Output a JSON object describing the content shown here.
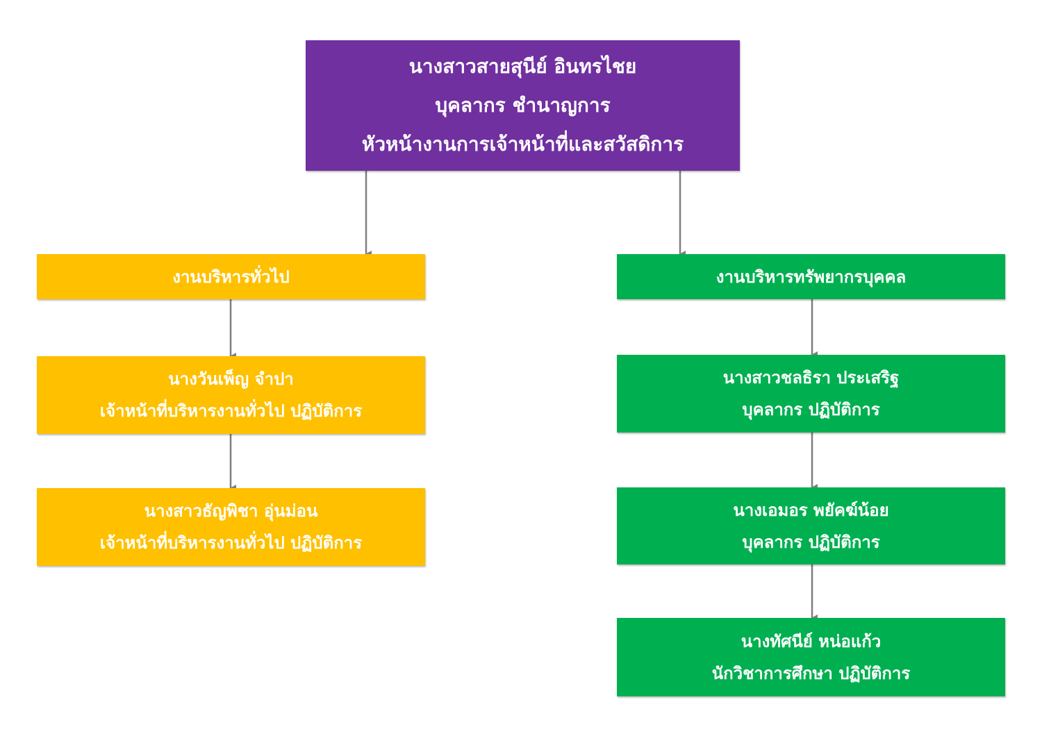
{
  "colors": {
    "head": "#7030A0",
    "general": "#FFC000",
    "hr": "#00B050",
    "connector": "#7F7F7F"
  },
  "head": {
    "name": "นางสาวสายสุนีย์  อินทรไชย",
    "position": "บุคลากร ชำนาญการ",
    "role": "หัวหน้างานการเจ้าหน้าที่และสวัสดิการ"
  },
  "left": {
    "title": "งานบริหารทั่วไป",
    "members": [
      {
        "name": "นางวันเพ็ญ จำปา",
        "position": "เจ้าหน้าที่บริหารงานทั่วไป ปฏิบัติการ"
      },
      {
        "name": "นางสาวธัญพิชา อุ่นม่อน",
        "position": "เจ้าหน้าที่บริหารงานทั่วไป ปฏิบัติการ"
      }
    ]
  },
  "right": {
    "title": "งานบริหารทรัพยากรบุคคล",
    "members": [
      {
        "name": "นางสาวชลธิรา ประเสริฐ",
        "position": "บุคลากร ปฏิบัติการ"
      },
      {
        "name": "นางเอมอร พยัคฆ์น้อย",
        "position": "บุคลากร ปฏิบัติการ"
      },
      {
        "name": "นางทัศนีย์ หน่อแก้ว",
        "position": "นักวิชาการศึกษา ปฏิบัติการ"
      }
    ]
  }
}
